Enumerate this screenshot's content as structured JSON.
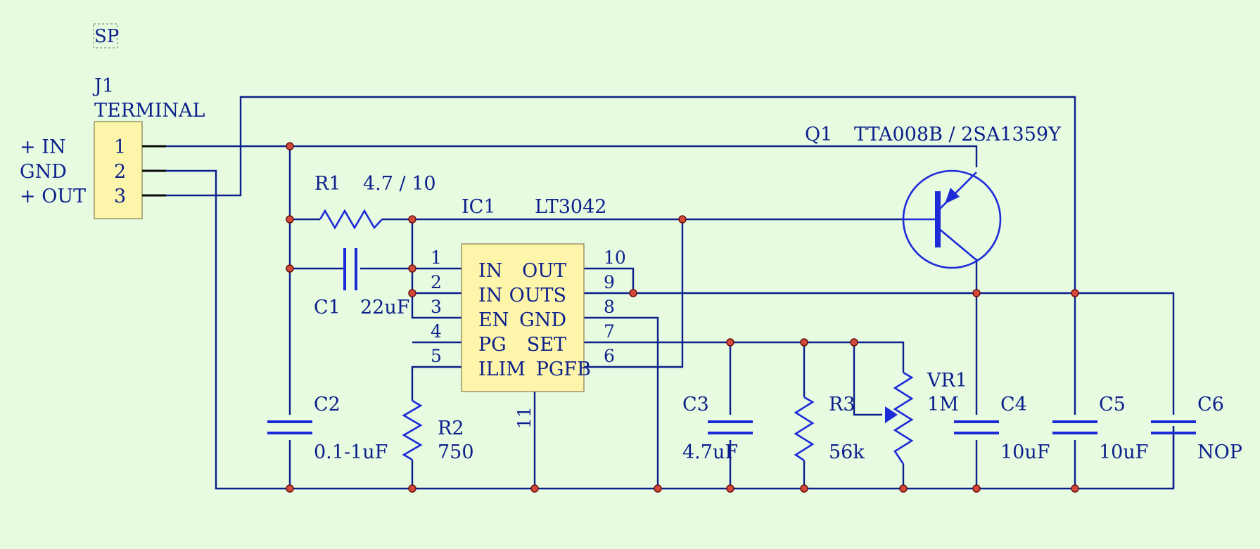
{
  "labels": {
    "sp": "SP",
    "j1_ref": "J1",
    "j1_value": "TERMINAL",
    "j1_pins": [
      "1",
      "2",
      "3"
    ],
    "net_in": "+ IN",
    "net_gnd": "GND",
    "net_out": "+ OUT",
    "r1_ref": "R1",
    "r1_value": "4.7 / 10",
    "c1_ref": "C1",
    "c1_value": "22uF",
    "c2_ref": "C2",
    "c2_value": "0.1-1uF",
    "r2_ref": "R2",
    "r2_value": "750",
    "ic1_ref": "IC1",
    "ic1_value": "LT3042",
    "ic1_pin_numbers": [
      "1",
      "2",
      "3",
      "4",
      "5",
      "10",
      "9",
      "8",
      "7",
      "6",
      "11"
    ],
    "ic1_left_pins": [
      "IN",
      "IN",
      "EN",
      "PG",
      "ILIM"
    ],
    "ic1_right_pins": [
      "OUT",
      "OUTS",
      "GND",
      "SET",
      "PGFB"
    ],
    "q1_ref": "Q1",
    "q1_value": "TTA008B / 2SA1359Y",
    "c3_ref": "C3",
    "c3_value": "4.7uF",
    "r3_ref": "R3",
    "r3_value": "56k",
    "vr1_ref": "VR1",
    "vr1_value": "1M",
    "c4_ref": "C4",
    "c4_value": "10uF",
    "c5_ref": "C5",
    "c5_value": "10uF",
    "c6_ref": "C6",
    "c6_value": "NOP"
  },
  "colors": {
    "background": "#e6fbe0",
    "wire": "#0c1f8c",
    "component": "#1d2ad8",
    "junction": "#d44a3a",
    "part_body": "#fdf5a9"
  }
}
